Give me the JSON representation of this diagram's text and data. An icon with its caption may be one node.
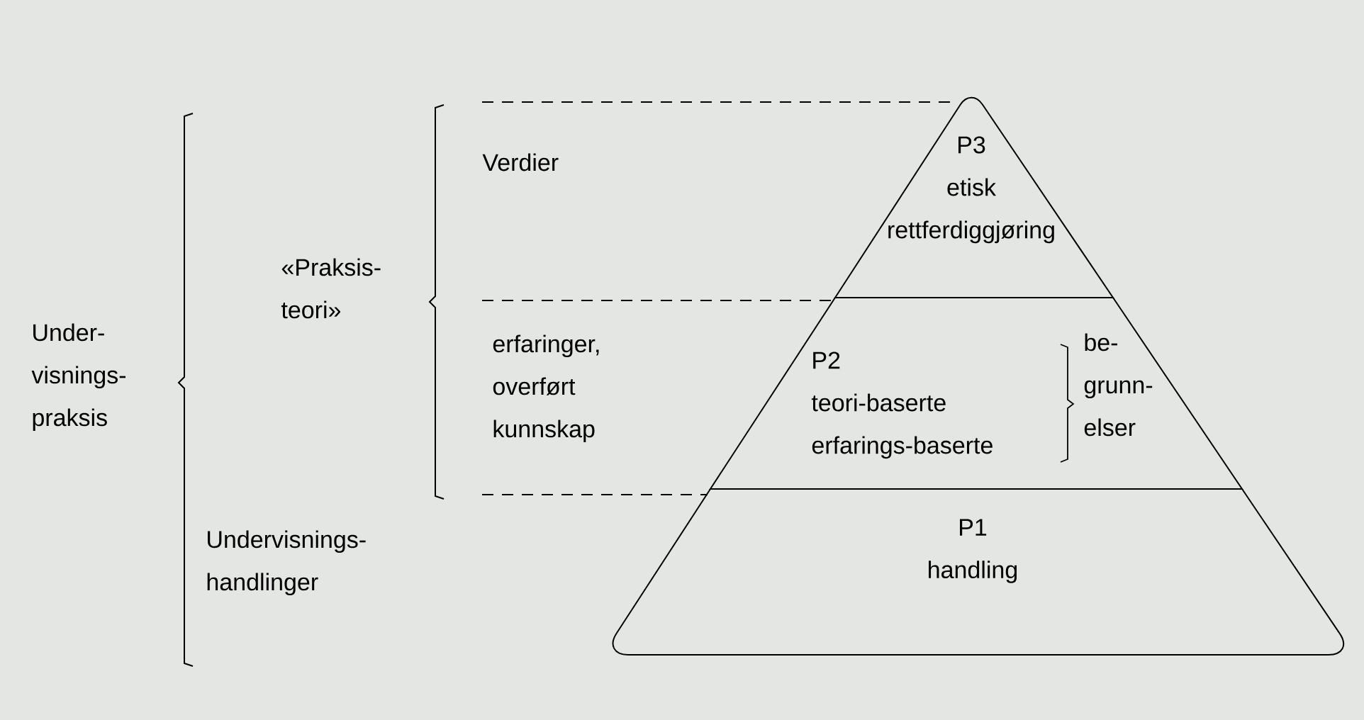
{
  "diagram": {
    "nodes": [
      {
        "text": [
          "P3",
          "etisk rettferdiggjøring"
        ]
      },
      {
        "text": [
          "P2",
          "teori-baserte erfarings-baserte",
          "be- grunn- elser"
        ]
      },
      {
        "text": [
          "P1",
          "handling"
        ]
      }
    ],
    "labels": [
      "Verdier",
      "«Praksis- teori»",
      "Under- visnings- praksis",
      "erfaringer, overført kunnskap",
      "Undervisnings- handlinger"
    ]
  }
}
